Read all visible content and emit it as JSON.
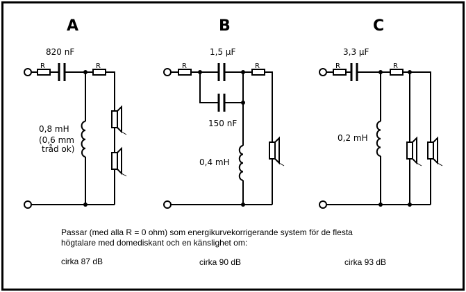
{
  "circuits": {
    "a": {
      "title": "A",
      "cap_label": "820 nF",
      "r_label_1": "R",
      "r_label_2": "R",
      "coil_line1": "0,8 mH",
      "coil_line2": "(0,6 mm",
      "coil_line3": "tråd ok)"
    },
    "b": {
      "title": "B",
      "cap_label": "1,5 μF",
      "cap2_label": "150 nF",
      "r_label_1": "R",
      "r_label_2": "R",
      "coil_label": "0,4 mH"
    },
    "c": {
      "title": "C",
      "cap_label": "3,3 μF",
      "r_label_1": "R",
      "r_label_2": "R",
      "coil_label": "0,2 mH"
    }
  },
  "description": {
    "line1": "Passar (med alla R = 0 ohm) som energikurvekorrigerande system för de flesta",
    "line2": "högtalare med domediskant och en känslighet om:"
  },
  "sensitivities": {
    "a": "cirka 87 dB",
    "b": "cirka 90 dB",
    "c": "cirka 93 dB"
  }
}
